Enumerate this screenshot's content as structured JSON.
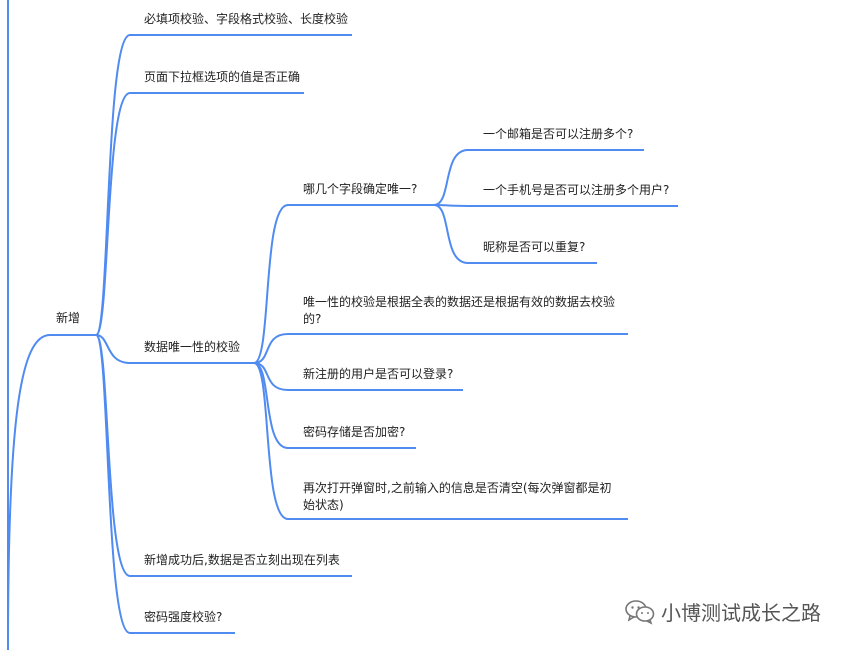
{
  "mindmap": {
    "root_label": "新增",
    "children": [
      {
        "label": "必填项校验、字段格式校验、长度校验"
      },
      {
        "label": "页面下拉框选项的值是否正确"
      },
      {
        "label": "数据唯一性的校验",
        "children": [
          {
            "label": "哪几个字段确定唯一?",
            "children": [
              {
                "label": "一个邮箱是否可以注册多个?"
              },
              {
                "label": "一个手机号是否可以注册多个用户?"
              },
              {
                "label": "昵称是否可以重复?"
              }
            ]
          },
          {
            "label": "唯一性的校验是根据全表的数据还是根据有效的数据去校验的?"
          },
          {
            "label": "新注册的用户是否可以登录?"
          },
          {
            "label": "密码存储是否加密?"
          },
          {
            "label": "再次打开弹窗时,之前输入的信息是否清空(每次弹窗都是初始状态)"
          }
        ]
      },
      {
        "label": "新增成功后,数据是否立刻出现在列表"
      },
      {
        "label": "密码强度校验?"
      }
    ]
  },
  "watermark": {
    "text": "小博测试成长之路",
    "icon": "wechat-icon"
  },
  "colors": {
    "line": "#4f8bf0"
  }
}
